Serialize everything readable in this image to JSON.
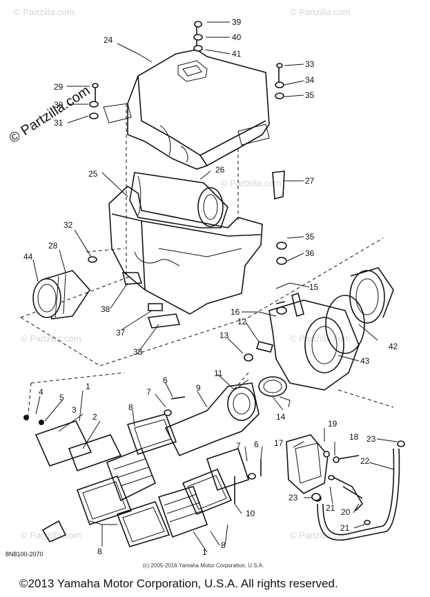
{
  "watermark": "© Partzilla.com",
  "drawing_code": "8N8100-2070",
  "small_copyright": "(c) 2005-2016 Yamaha Motor Corporation, U.S.A.",
  "copyright": "©2013 Yamaha Motor Corporation, U.S.A. All rights reserved.",
  "callouts": {
    "c1": "1",
    "c1b": "1",
    "c2": "2",
    "c3": "3",
    "c4": "4",
    "c5": "5",
    "c6": "6",
    "c6b": "6",
    "c7": "7",
    "c7b": "7",
    "c8": "8",
    "c8b": "8",
    "c8c": "8",
    "c9": "9",
    "c10": "10",
    "c11": "11",
    "c12": "12",
    "c13": "13",
    "c14": "14",
    "c15": "15",
    "c16": "16",
    "c17": "17",
    "c18": "18",
    "c19": "19",
    "c20": "20",
    "c21": "21",
    "c21b": "21",
    "c22": "22",
    "c23": "23",
    "c23b": "23",
    "c24": "24",
    "c25": "25",
    "c26": "26",
    "c27": "27",
    "c28": "28",
    "c29": "29",
    "c30": "30",
    "c31": "31",
    "c32": "32",
    "c33": "33",
    "c34": "34",
    "c35": "35",
    "c35b": "35",
    "c36": "36",
    "c37": "37",
    "c38": "38",
    "c38b": "38",
    "c39": "39",
    "c40": "40",
    "c41": "41",
    "c42": "42",
    "c43": "43",
    "c44": "44"
  }
}
